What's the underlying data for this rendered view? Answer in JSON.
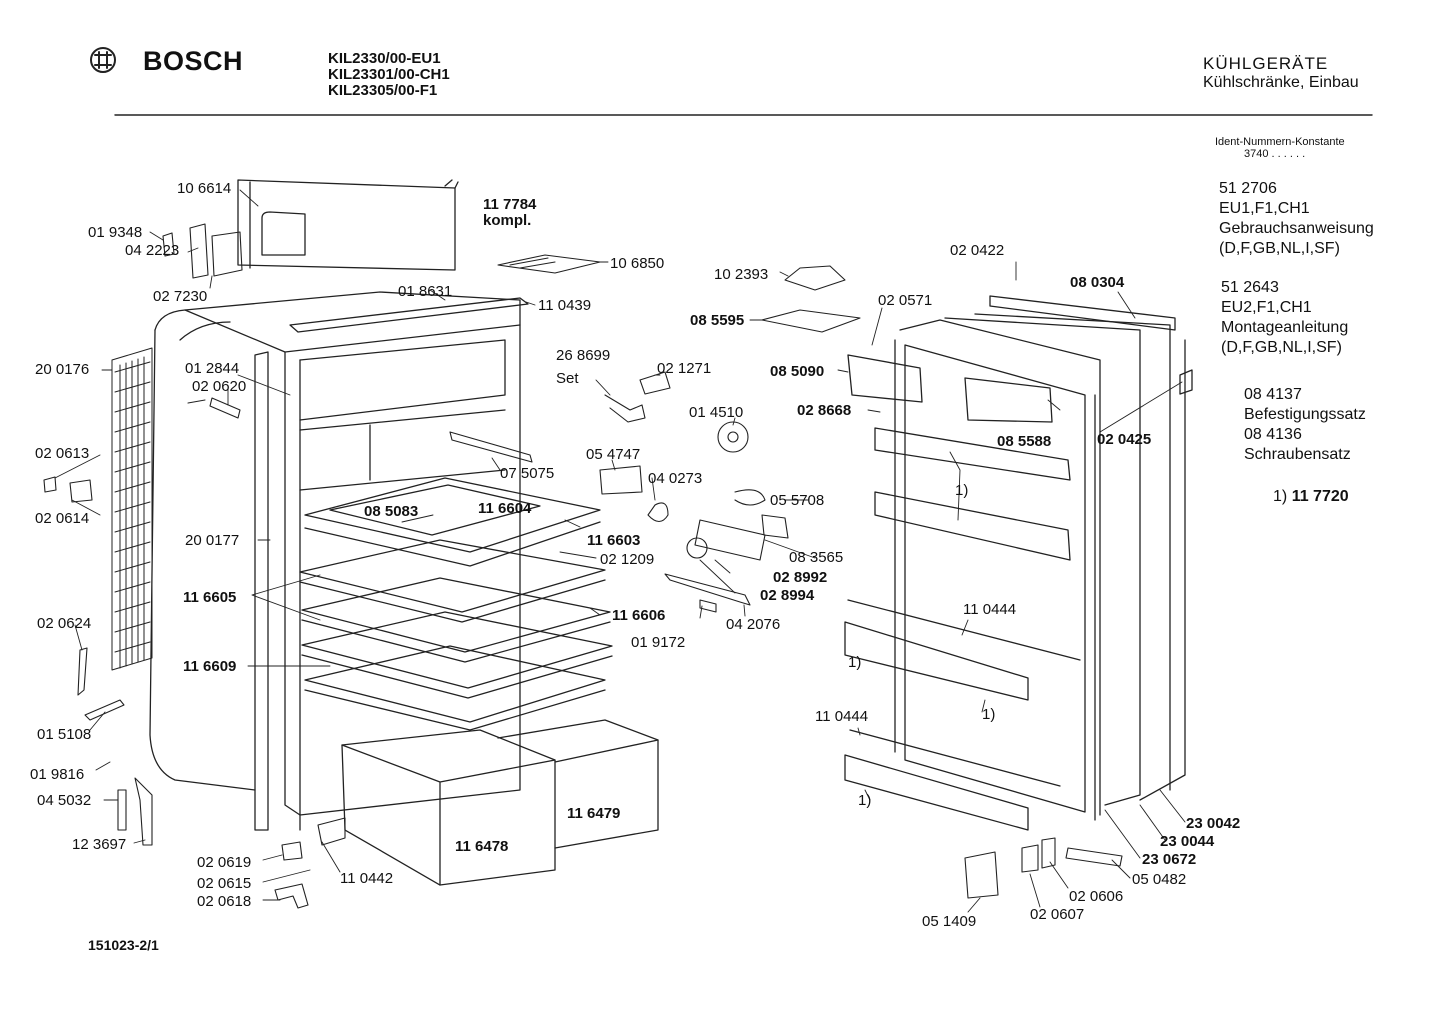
{
  "header": {
    "brand": "BOSCH",
    "models": [
      "KIL2330/00-EU1",
      "KIL23301/00-CH1",
      "KIL23305/00-F1"
    ],
    "category": "KÜHLGERÄTE",
    "subcategory": "Kühlschränke, Einbau"
  },
  "ident": {
    "label": "Ident-Nummern-Konstante",
    "value": "3740  . .  . . . ."
  },
  "notes": [
    [
      "51 2706",
      "EU1,F1,CH1",
      "Gebrauchsanweisung",
      "(D,F,GB,NL,I,SF)"
    ],
    [
      "51 2643",
      "EU2,F1,CH1",
      "Montageanleitung",
      "(D,F,GB,NL,I,SF)"
    ],
    [
      "08 4137",
      "Befestigungssatz",
      "08 4136",
      "Schraubensatz"
    ]
  ],
  "footnote": {
    "mark": "1)",
    "part": "11 7720"
  },
  "doc_number": "151023-2/1",
  "parts": [
    "10 6614",
    "11 7784",
    "kompl.",
    "01 9348",
    "04 2223",
    "02 7230",
    "10 6850",
    "01 8631",
    "11 0439",
    "20 0176",
    "01 2844",
    "02 0620",
    "02 0613",
    "02 0614",
    "20 0177",
    "11 6605",
    "11 6609",
    "02 0624",
    "01 5108",
    "01 9816",
    "04 5032",
    "12 3697",
    "02 0619",
    "02 0615",
    "02 0618",
    "11 0442",
    "11 6478",
    "11 6479",
    "08 5083",
    "11 6604",
    "11 6603",
    "02 1209",
    "11 6606",
    "01 9172",
    "04 2076",
    "07 5075",
    "26 8699",
    "Set",
    "02 1271",
    "01 4510",
    "05 4747",
    "04 0273",
    "05 5708",
    "08 3565",
    "02 8992",
    "02 8994",
    "10 2393",
    "08 5595",
    "02 0571",
    "08 5090",
    "02 8668",
    "02 0422",
    "08 0304",
    "08 5588",
    "02 0425",
    "1)",
    "1)",
    "11 0444",
    "1)",
    "11 0444",
    "1)",
    "23 0042",
    "23 0044",
    "23 0672",
    "05 0482",
    "02 0606",
    "02 0607",
    "05 1409"
  ]
}
